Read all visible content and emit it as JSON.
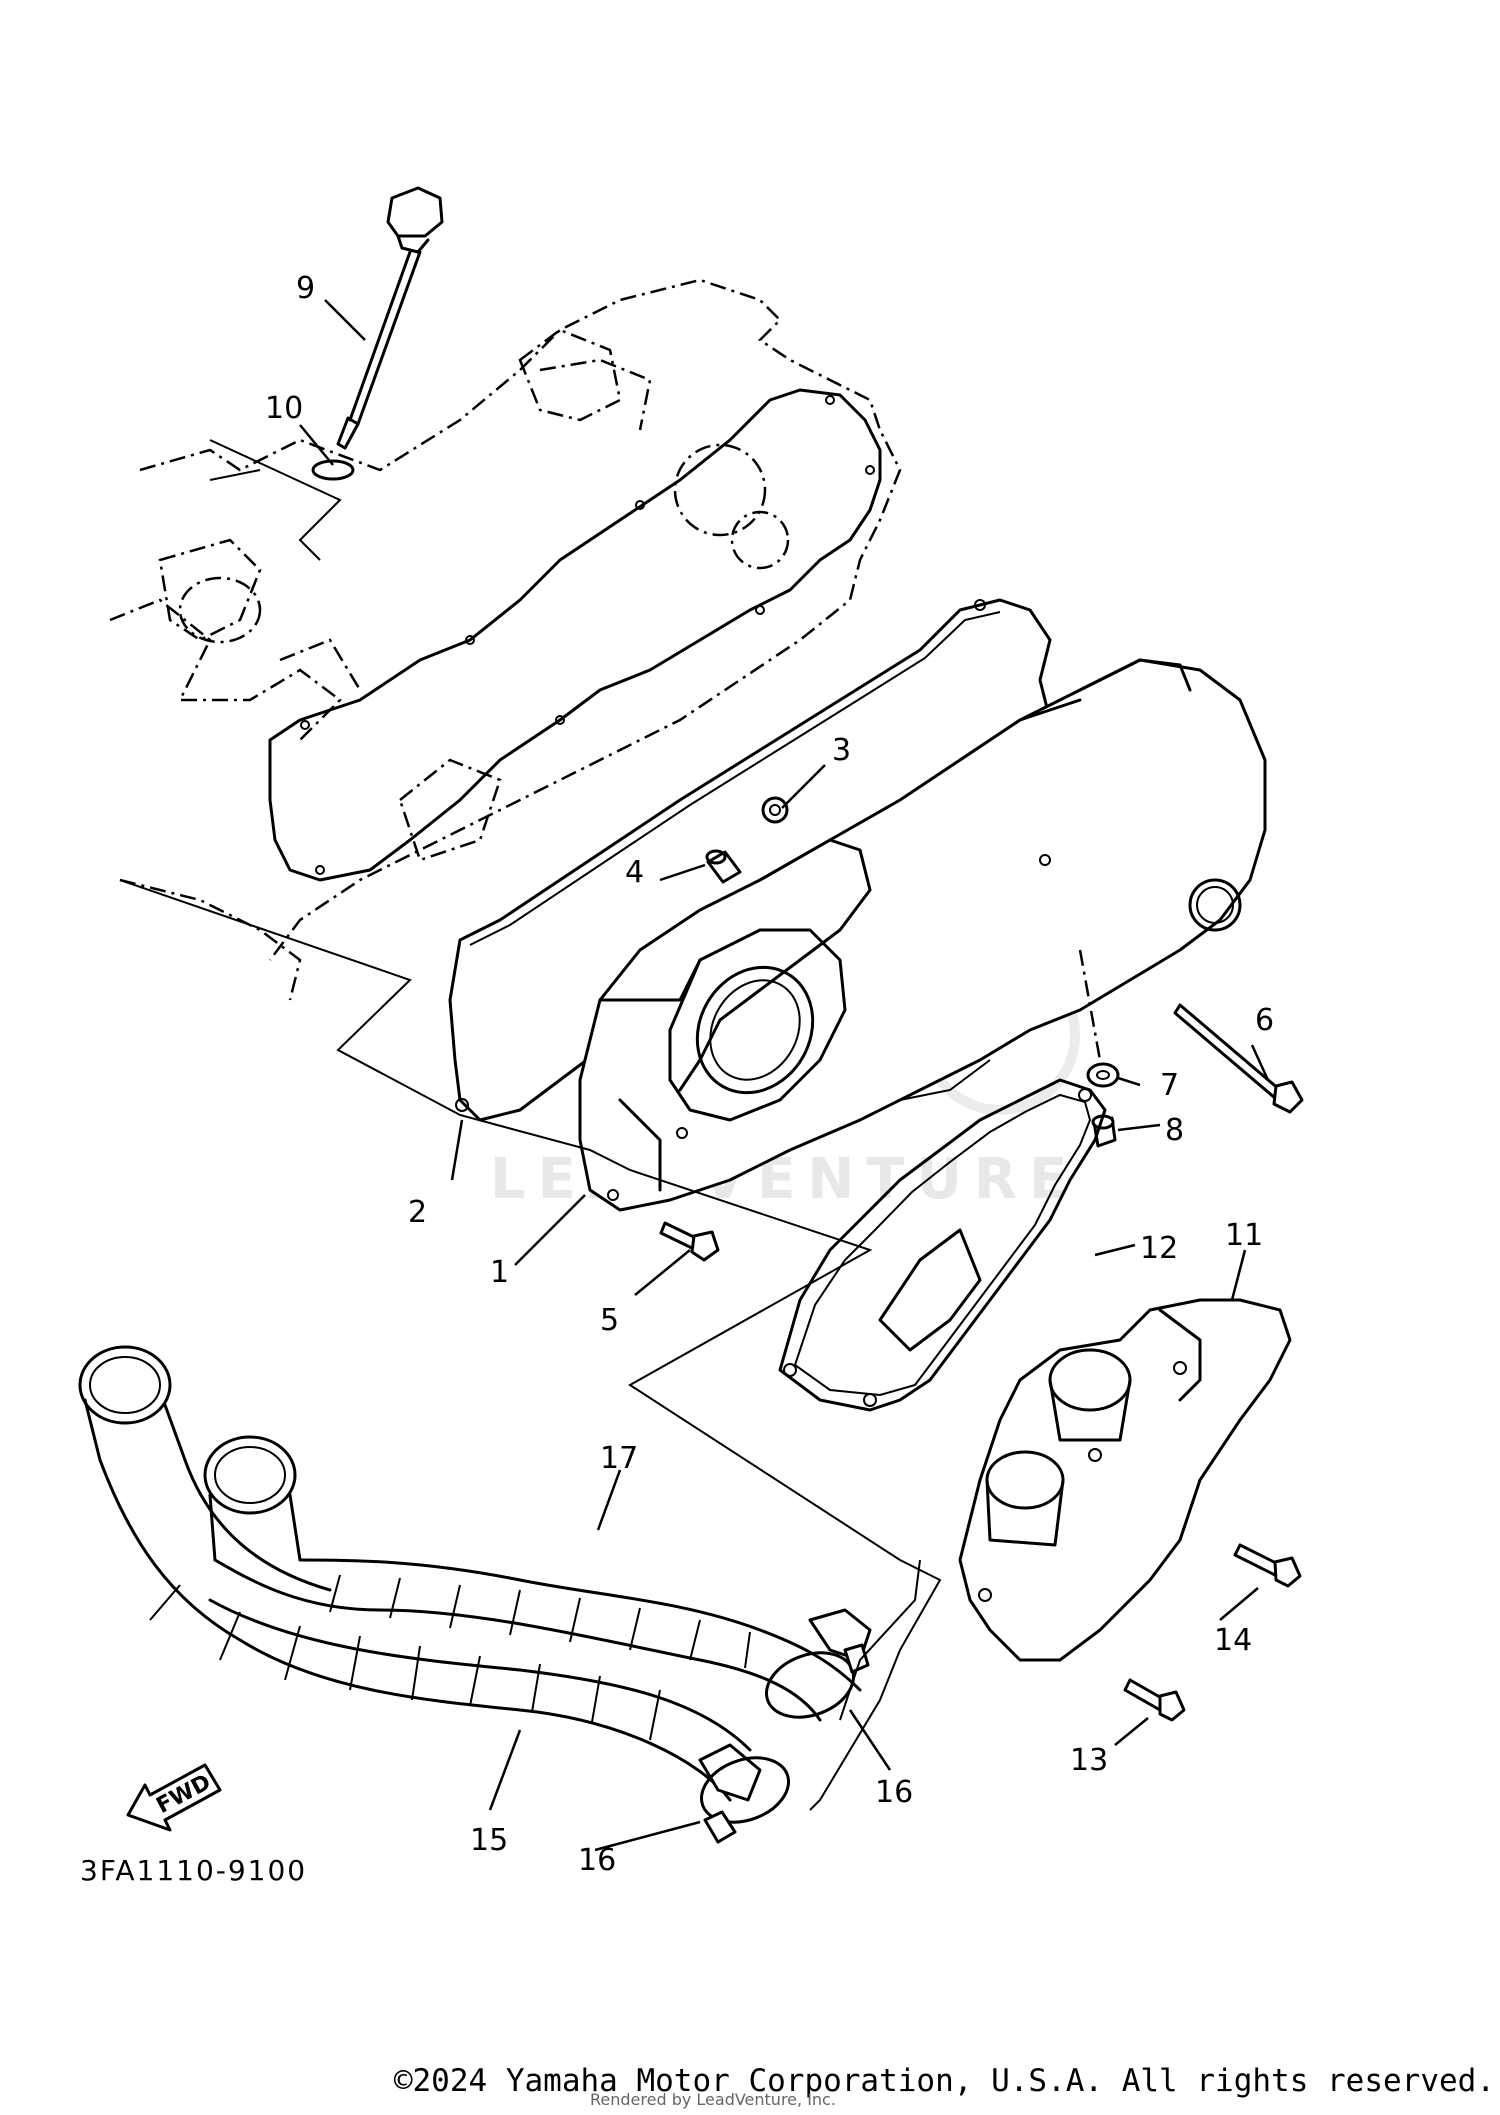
{
  "diagram": {
    "watermark": "LEADVENTURE",
    "fwd_label": "FWD",
    "diagram_code": "3FA1110-9100",
    "callouts": [
      {
        "id": "1",
        "label": "1"
      },
      {
        "id": "2",
        "label": "2"
      },
      {
        "id": "3",
        "label": "3"
      },
      {
        "id": "4",
        "label": "4"
      },
      {
        "id": "5",
        "label": "5"
      },
      {
        "id": "6",
        "label": "6"
      },
      {
        "id": "7",
        "label": "7"
      },
      {
        "id": "8",
        "label": "8"
      },
      {
        "id": "9",
        "label": "9"
      },
      {
        "id": "10",
        "label": "10"
      },
      {
        "id": "11",
        "label": "11"
      },
      {
        "id": "12",
        "label": "12"
      },
      {
        "id": "13",
        "label": "13"
      },
      {
        "id": "14",
        "label": "14"
      },
      {
        "id": "15",
        "label": "15"
      },
      {
        "id": "16a",
        "label": "16"
      },
      {
        "id": "16b",
        "label": "16"
      },
      {
        "id": "17",
        "label": "17"
      }
    ]
  },
  "footer": {
    "copyright": "©2024 Yamaha Motor Corporation, U.S.A. All rights reserved.",
    "rendered_by": "Rendered by LeadVenture, Inc."
  }
}
